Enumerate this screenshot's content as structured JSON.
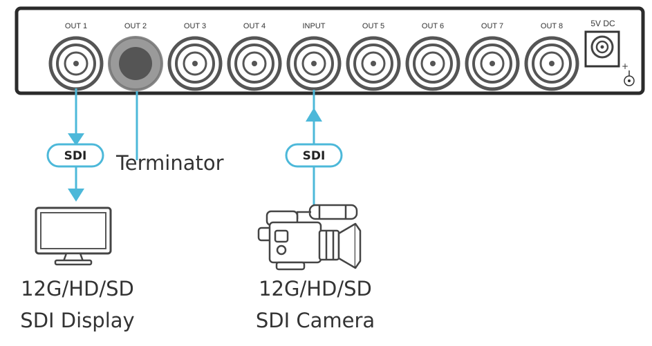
{
  "ports": [
    {
      "id": "out1",
      "label": "OUT 1",
      "terminated": false
    },
    {
      "id": "out2",
      "label": "OUT 2",
      "terminated": true
    },
    {
      "id": "out3",
      "label": "OUT 3",
      "terminated": false
    },
    {
      "id": "out4",
      "label": "OUT 4",
      "terminated": false
    },
    {
      "id": "input",
      "label": "INPUT",
      "terminated": false
    },
    {
      "id": "out5",
      "label": "OUT 5",
      "terminated": false
    },
    {
      "id": "out6",
      "label": "OUT 6",
      "terminated": false
    },
    {
      "id": "out7",
      "label": "OUT 7",
      "terminated": false
    },
    {
      "id": "out8",
      "label": "OUT 8",
      "terminated": false
    }
  ],
  "power": {
    "label": "5V DC"
  },
  "terminator": {
    "label": "Terminator"
  },
  "display_link": {
    "cable_label": "SDI",
    "device_line1": "12G/HD/SD",
    "device_line2": "SDI Display"
  },
  "camera_link": {
    "cable_label": "SDI",
    "device_line1": "12G/HD/SD",
    "device_line2": "SDI Camera"
  },
  "colors": {
    "cable": "#4cb8d9",
    "panel_stroke": "#2b2b2b",
    "connector_ring": "#555555",
    "terminator_fill": "#888888"
  }
}
